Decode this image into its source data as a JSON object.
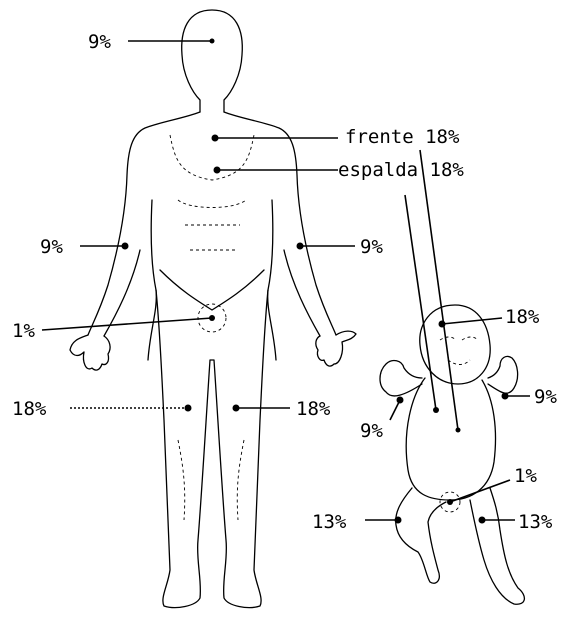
{
  "labels": {
    "adult_head": "9%",
    "adult_front": "frente 18%",
    "adult_back": "espalda 18%",
    "adult_left_arm": "9%",
    "adult_right_arm": "9%",
    "adult_genitals": "1%",
    "adult_left_leg": "18%",
    "adult_right_leg": "18%",
    "baby_head": "18%",
    "baby_right_arm": "9%",
    "baby_left_arm": "9%",
    "baby_genitals": "1%",
    "baby_left_leg": "13%",
    "baby_right_leg": "13%"
  }
}
